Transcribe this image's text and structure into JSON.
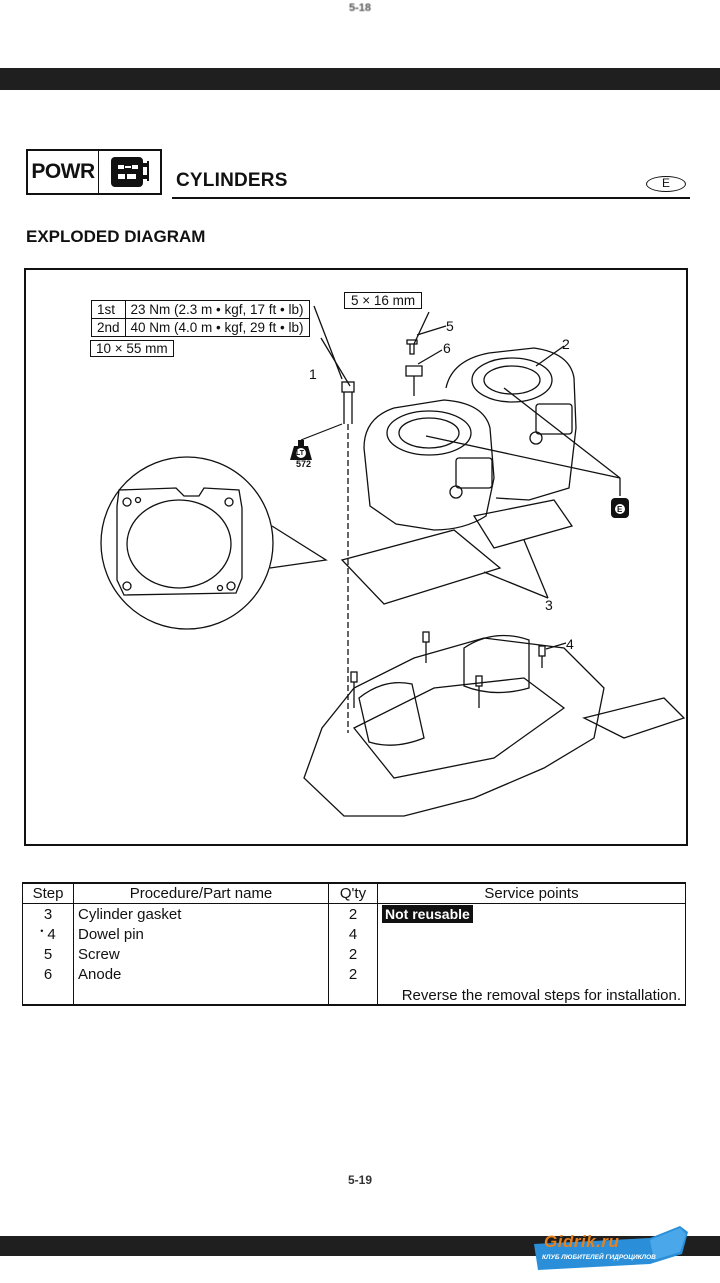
{
  "page": {
    "previous_page_number": "5-18",
    "page_number": "5-19"
  },
  "header": {
    "section_code": "POWR",
    "section_icon": "engine-icon",
    "title": "CYLINDERS",
    "language_mark": "E"
  },
  "subtitle": "EXPLODED DIAGRAM",
  "diagram": {
    "torque_spec": [
      {
        "stage": "1st",
        "value": "23 Nm (2.3 m • kgf, 17 ft • lb)"
      },
      {
        "stage": "2nd",
        "value": "40 Nm (4.0 m • kgf, 29 ft • lb)"
      }
    ],
    "bolt_size": "10 × 55 mm",
    "screw_size": "5 × 16 mm",
    "callouts": [
      "1",
      "2",
      "3",
      "4",
      "5",
      "6"
    ],
    "thread_locker_code": "572",
    "thread_locker_icon": "thread-locker-icon",
    "sealant_icon": "sealant-e-icon",
    "sealant_label": "E",
    "locker_label": "LT",
    "detail_view": "cylinder-gasket-detail"
  },
  "procedure_table": {
    "headers": [
      "Step",
      "Procedure/Part name",
      "Q'ty",
      "Service points"
    ],
    "rows": [
      {
        "step": "3",
        "marker": "",
        "part": "Cylinder gasket",
        "qty": "2",
        "service": "Not reusable",
        "highlight": true
      },
      {
        "step": "4",
        "marker": "•",
        "part": "Dowel pin",
        "qty": "4",
        "service": "",
        "highlight": false
      },
      {
        "step": "5",
        "marker": "",
        "part": "Screw",
        "qty": "2",
        "service": "",
        "highlight": false
      },
      {
        "step": "6",
        "marker": "",
        "part": "Anode",
        "qty": "2",
        "service": "",
        "highlight": false
      },
      {
        "step": "",
        "marker": "",
        "part": "",
        "qty": "",
        "service": "Reverse the removal steps for installation.",
        "highlight": false
      }
    ]
  },
  "watermark": {
    "brand": "Gidrik.ru",
    "tagline": "КЛУБ ЛЮБИТЕЛЕЙ ГИДРОЦИКЛОВ",
    "brand_color": "#e8801e",
    "accent_color": "#2a8fd8"
  }
}
